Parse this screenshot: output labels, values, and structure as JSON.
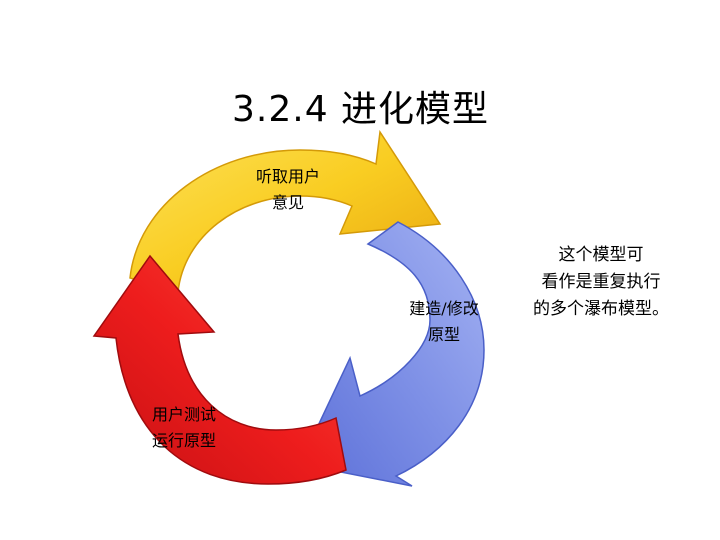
{
  "slide": {
    "title": "3.2.4  进化模型"
  },
  "cycle": {
    "stages": [
      {
        "line1": "听取用户",
        "line2": "意见",
        "color": "#f9cd22"
      },
      {
        "line1": "建造/修改",
        "line2": "原型",
        "color": "#7e90e6"
      },
      {
        "line1": "用户测试",
        "line2": "运行原型",
        "color": "#ee1d1d"
      }
    ]
  },
  "note": {
    "line1": "这个模型可",
    "line2": "看作是重复执行",
    "line3": "的多个瀑布模型。"
  }
}
